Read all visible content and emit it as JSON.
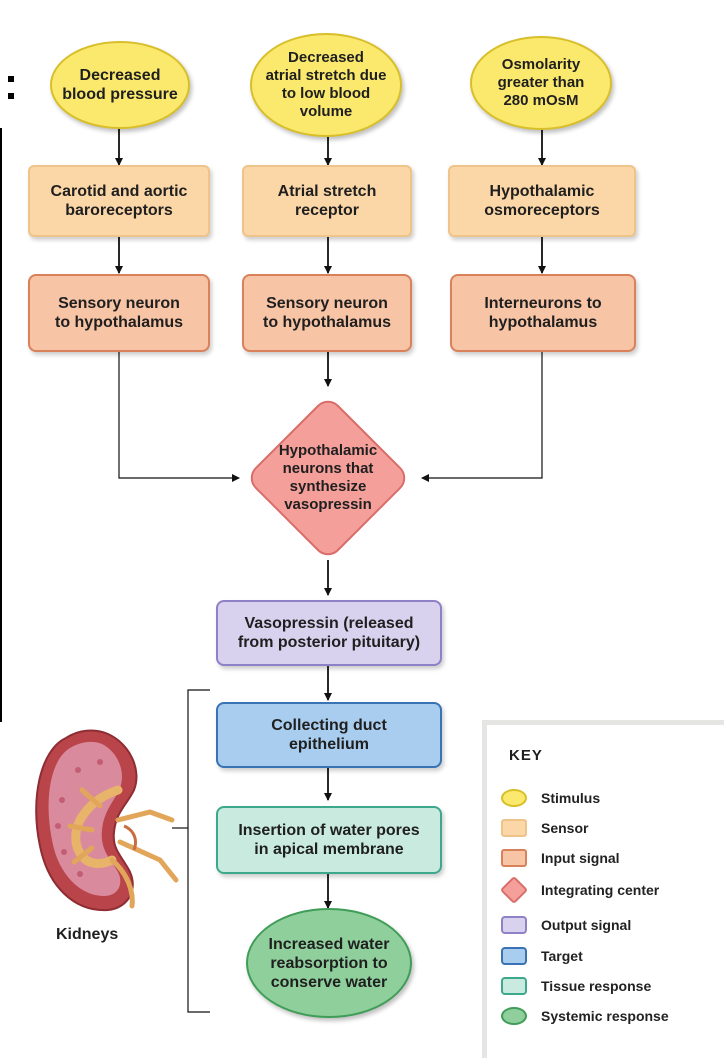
{
  "stimuli": [
    {
      "label": "Decreased\nblood pressure"
    },
    {
      "label": "Decreased\natrial stretch due\nto low blood\nvolume"
    },
    {
      "label": "Osmolarity\ngreater than\n280 mOsM"
    }
  ],
  "sensors": [
    {
      "label": "Carotid and aortic\nbaroreceptors"
    },
    {
      "label": "Atrial stretch\nreceptor"
    },
    {
      "label": "Hypothalamic\nosmoreceptors"
    }
  ],
  "input_signals": [
    {
      "label": "Sensory neuron\nto hypothalamus"
    },
    {
      "label": "Sensory neuron\nto hypothalamus"
    },
    {
      "label": "Interneurons to\nhypothalamus"
    }
  ],
  "integrating_center": {
    "label": "Hypothalamic\nneurons that\nsynthesize\nvasopressin"
  },
  "output_signal": {
    "label": "Vasopressin (released\nfrom posterior pituitary)"
  },
  "target": {
    "label": "Collecting duct\nepithelium"
  },
  "tissue_response": {
    "label": "Insertion of water pores\nin apical membrane"
  },
  "systemic_response": {
    "label": "Increased water\nreabsorption to\nconserve water"
  },
  "kidney": {
    "label": "Kidneys"
  },
  "key": {
    "title": "KEY",
    "items": [
      {
        "label": "Stimulus"
      },
      {
        "label": "Sensor"
      },
      {
        "label": "Input signal"
      },
      {
        "label": "Integrating center"
      },
      {
        "label": "Output signal"
      },
      {
        "label": "Target"
      },
      {
        "label": "Tissue response"
      },
      {
        "label": "Systemic response"
      }
    ]
  },
  "colors": {
    "stimulus": "#fbe96e",
    "sensor": "#fbd6a7",
    "input_signal": "#f8c4a6",
    "integrating_center": "#f59f9a",
    "output_signal": "#d8d2ee",
    "target": "#a8cdee",
    "tissue_response": "#c8eadf",
    "systemic_response": "#8fcf9c"
  }
}
